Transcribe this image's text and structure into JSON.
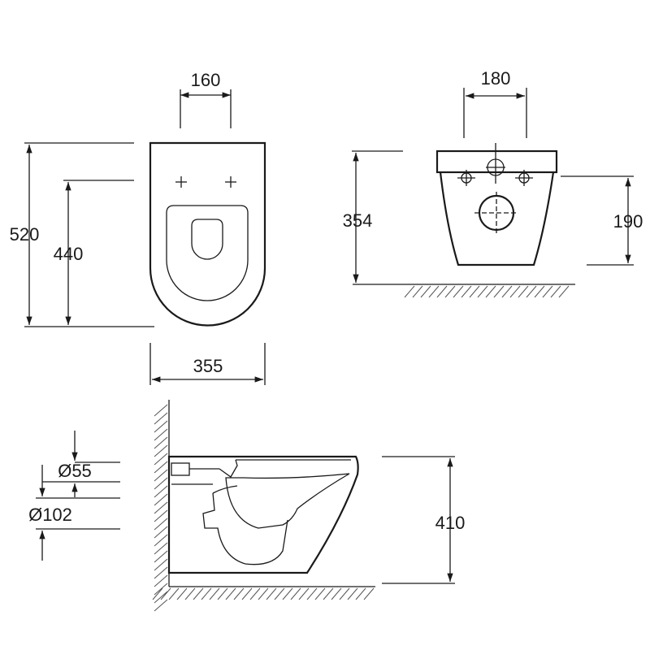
{
  "dimensions": {
    "top_width": "160",
    "outer_length": "520",
    "inner_length": "440",
    "bowl_width": "355",
    "back_width": "180",
    "back_height": "354",
    "outlet_height": "190",
    "inlet_diameter": "Ø55",
    "outlet_diameter": "Ø102",
    "side_height": "410"
  }
}
